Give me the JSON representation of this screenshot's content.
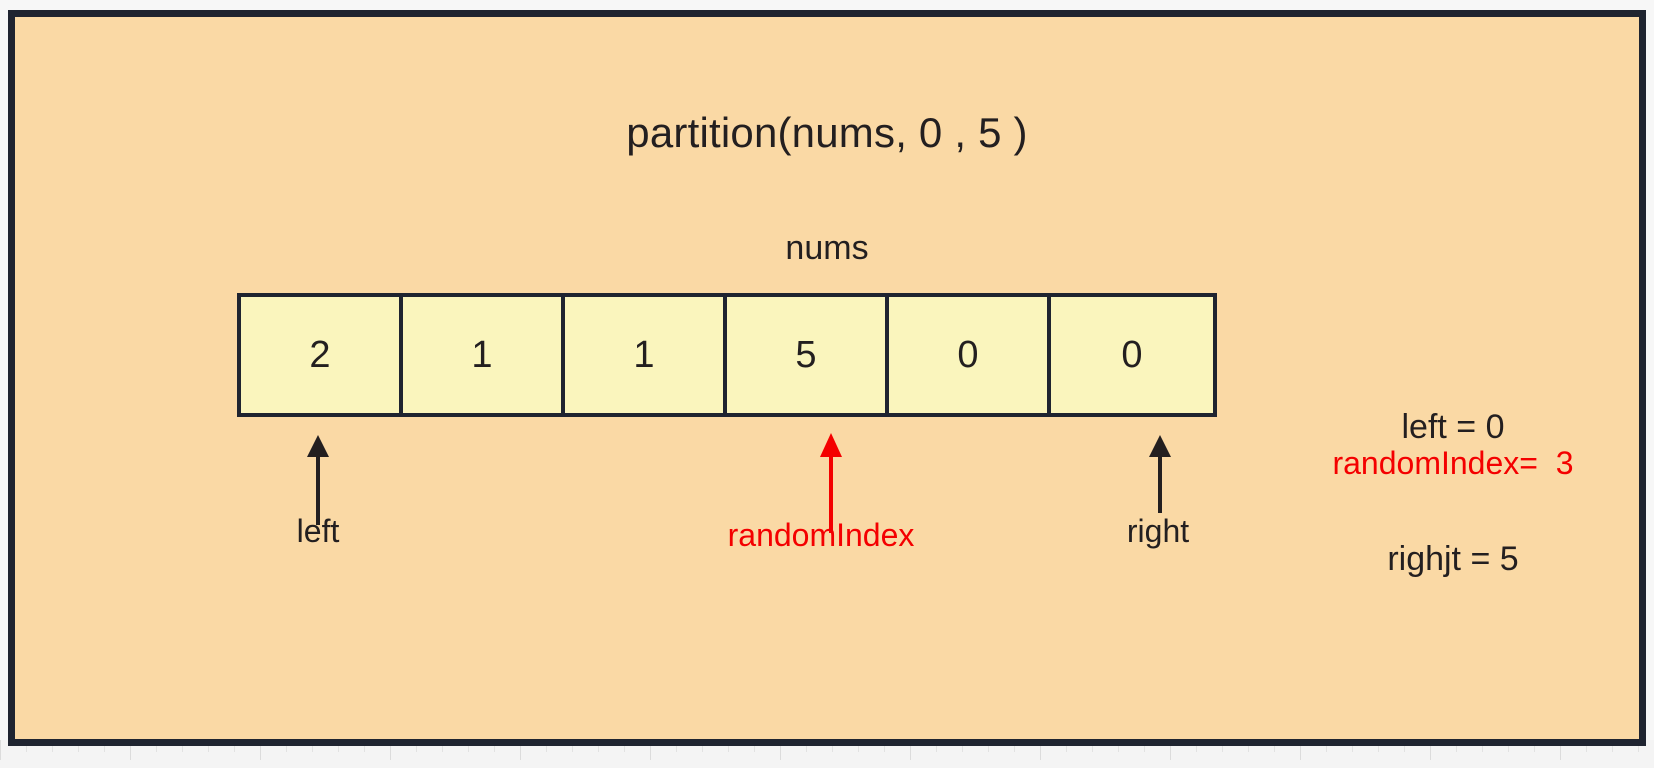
{
  "diagram": {
    "title": "partition(nums, 0 , 5 )",
    "array_caption": "nums",
    "array": {
      "values": [
        "2",
        "1",
        "1",
        "5",
        "0",
        "0"
      ]
    },
    "pointers": [
      {
        "label": "left",
        "color": "#231f20",
        "index": 0
      },
      {
        "label": "randomIndex",
        "color": "#f40000",
        "index": 3
      },
      {
        "label": "right",
        "color": "#231f20",
        "index": 5
      }
    ],
    "variables": {
      "left_line": "left = 0",
      "right_line": "righjt = 5",
      "random_index_line": "randomIndex=  3"
    },
    "colors": {
      "background": "#fad9a5",
      "frame_border": "#1f2430",
      "cell_fill": "#faf5bd",
      "cell_border": "#1f2430",
      "text": "#231f20",
      "highlight": "#f40000"
    }
  }
}
